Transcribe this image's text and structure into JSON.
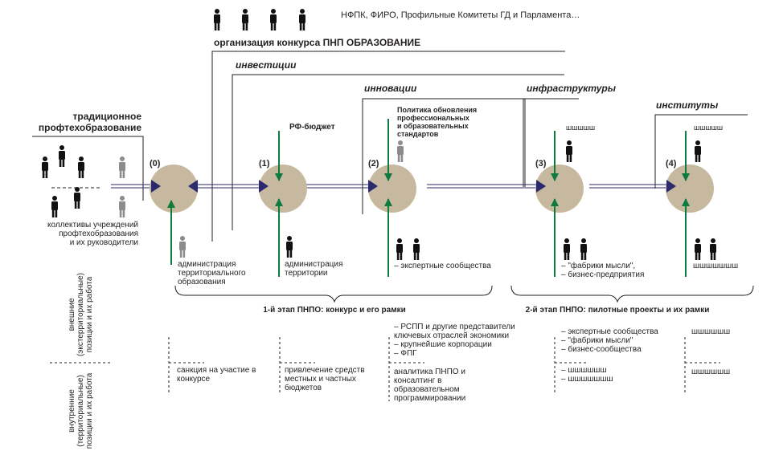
{
  "top": {
    "organizations": "НФПК, ФИРО, Профильные Комитеты ГД и Парламента…",
    "contest_title": "организация конкурса ПНП ОБРАЗОВАНИЕ"
  },
  "levels": {
    "investments": "инвестиции",
    "innovations": "инновации",
    "infrastructures": "инфраструктуры",
    "institutes": "институты"
  },
  "left_block": {
    "traditional": [
      "традиционное",
      "профтехобразование"
    ],
    "collectives": [
      "коллективы учреждений",
      "профтехобразования",
      "и их руководители"
    ]
  },
  "nodes": [
    {
      "label": "(0)"
    },
    {
      "label": "(1)"
    },
    {
      "label": "(2)"
    },
    {
      "label": "(3)"
    },
    {
      "label": "(4)"
    }
  ],
  "node_texts": {
    "budget": "РФ-бюджет",
    "policy": [
      "Политика обновления",
      "профессиональных",
      "и образовательных",
      "стандартов"
    ],
    "placeholder3_top": "шшшшш",
    "placeholder4_top": "шшшшш",
    "admin_territorial": [
      "администрация",
      "территориального",
      "образования"
    ],
    "admin_territory": [
      "администрация",
      "территории"
    ],
    "expert_communities": "– экспертные сообщества",
    "think_tanks": [
      "– \"фабрики мысли\",",
      "– бизнес-предприятия"
    ],
    "placeholder4_bottom": "шшшшшшш"
  },
  "stages": {
    "stage1": "1-й этап ПНПО: конкурс и его рамки",
    "stage2": "2-й этап ПНПО: пилотные проекты и их рамки"
  },
  "side_labels": {
    "external": [
      "внешние",
      "(экстерриториальные)",
      "позиции и их работа"
    ],
    "internal": [
      "внутренние",
      "(территориальные)",
      "позиции и их работа"
    ]
  },
  "table": {
    "col1_internal": [
      "санкция на участие в",
      "конкурсе"
    ],
    "col2_internal": [
      "привлечение средств",
      "местных и частных",
      "бюджетов"
    ],
    "col3_external": [
      "– РСПП и другие представители",
      "ключевых отраслей экономики",
      "– крупнейшие корпорации",
      "– ФПГ"
    ],
    "col3_internal": [
      "аналитика ПНПО и",
      "консалтинг в",
      "образовательном",
      "программировании"
    ],
    "col4_external": [
      "– экспертные сообщества",
      "– \"фабрики мысли\"",
      "– бизнес-сообщества"
    ],
    "col4_internal": [
      "– шшшшшш",
      "– шшшшшшш"
    ],
    "col5_external": "шшшшшш",
    "col5_internal": "шшшшшш"
  },
  "colors": {
    "node_fill": "#c6b9a0",
    "green": "#0f7a3f",
    "navy": "#2c2a6e",
    "person_dark": "#111111",
    "person_grey": "#8c8c8c"
  }
}
